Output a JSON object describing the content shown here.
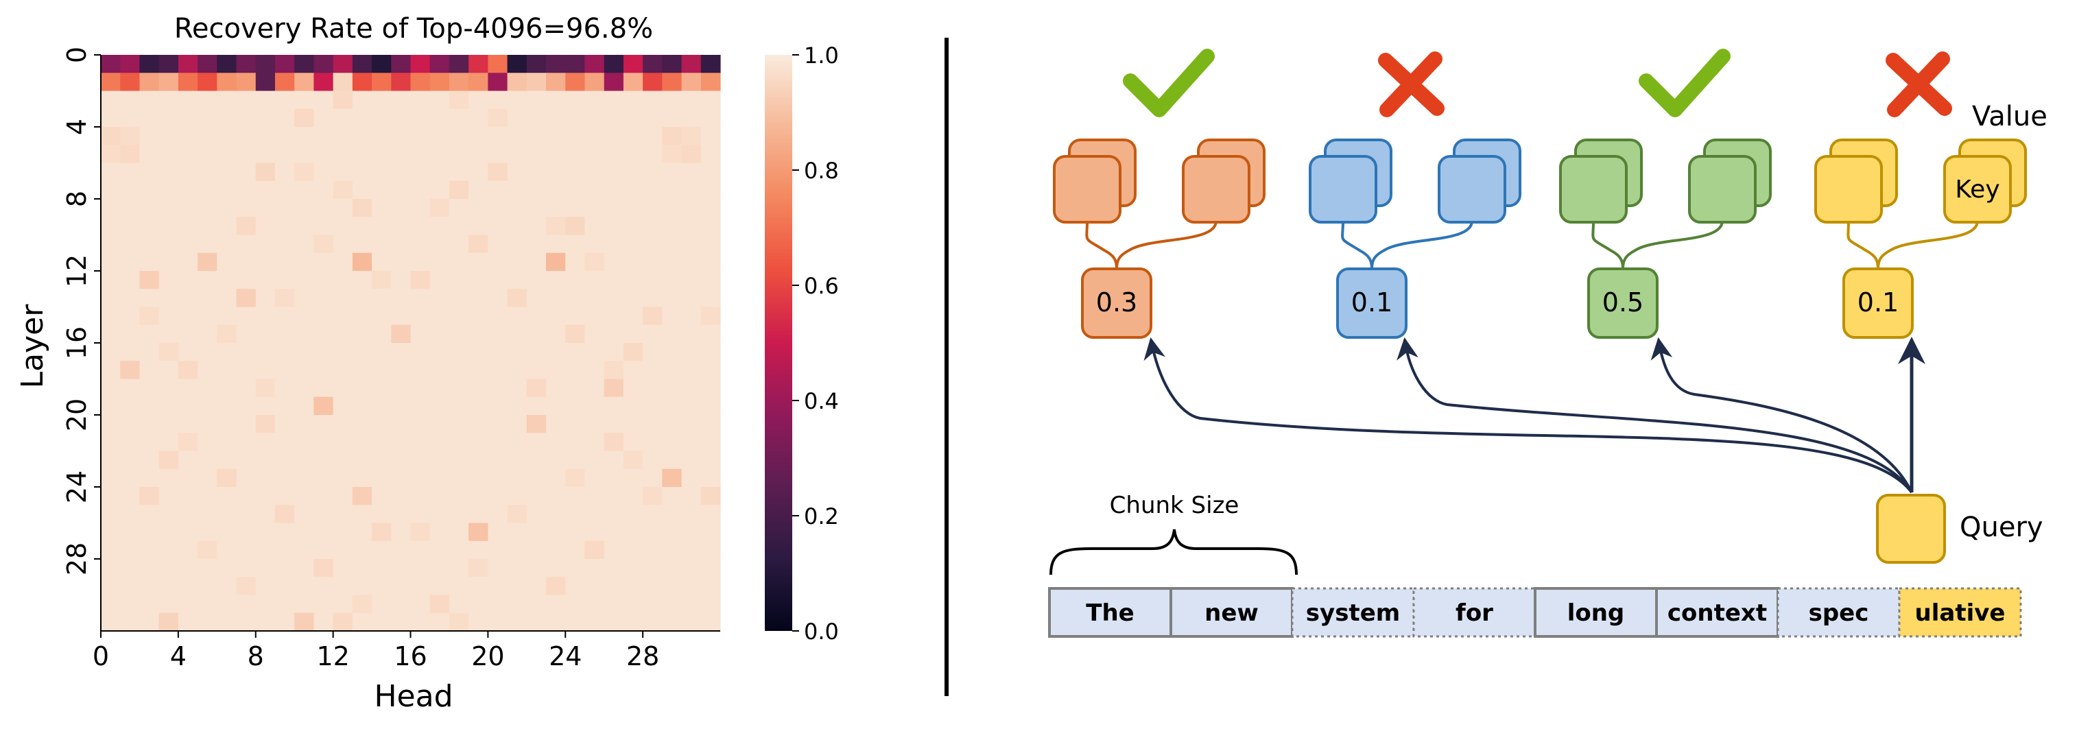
{
  "chart_data": {
    "type": "heatmap",
    "title": "Recovery Rate of Top-4096=96.8%",
    "xlabel": "Head",
    "ylabel": "Layer",
    "x_tick_labels": [
      "0",
      "4",
      "8",
      "12",
      "16",
      "20",
      "24",
      "28"
    ],
    "y_tick_labels": [
      "0",
      "4",
      "8",
      "12",
      "16",
      "20",
      "24",
      "28"
    ],
    "n_rows": 32,
    "n_cols": 32,
    "value_range": [
      0.0,
      1.0
    ],
    "colormap": "rocket",
    "colorbar_ticks": [
      "0.0",
      "0.2",
      "0.4",
      "0.6",
      "0.8",
      "1.0"
    ],
    "default_value": 0.98,
    "row0_values": [
      0.35,
      0.4,
      0.15,
      0.2,
      0.45,
      0.3,
      0.15,
      0.3,
      0.25,
      0.35,
      0.2,
      0.3,
      0.45,
      0.2,
      0.1,
      0.3,
      0.5,
      0.35,
      0.25,
      0.55,
      0.7,
      0.1,
      0.2,
      0.25,
      0.25,
      0.4,
      0.15,
      0.5,
      0.25,
      0.2,
      0.45,
      0.15
    ],
    "row1_values": [
      0.72,
      0.65,
      0.82,
      0.85,
      0.7,
      0.62,
      0.78,
      0.8,
      0.25,
      0.7,
      0.85,
      0.5,
      0.95,
      0.62,
      0.7,
      0.58,
      0.72,
      0.75,
      0.8,
      0.78,
      0.4,
      0.9,
      0.92,
      0.85,
      0.72,
      0.82,
      0.4,
      0.85,
      0.6,
      0.7,
      0.85,
      0.78
    ],
    "highlight_cells": [
      {
        "layer": 11,
        "head": 5,
        "value": 0.92
      },
      {
        "layer": 11,
        "head": 13,
        "value": 0.88
      },
      {
        "layer": 11,
        "head": 23,
        "value": 0.88
      },
      {
        "layer": 19,
        "head": 11,
        "value": 0.9
      },
      {
        "layer": 23,
        "head": 29,
        "value": 0.9
      },
      {
        "layer": 26,
        "head": 19,
        "value": 0.9
      },
      {
        "layer": 12,
        "head": 2,
        "value": 0.93
      },
      {
        "layer": 13,
        "head": 7,
        "value": 0.93
      },
      {
        "layer": 15,
        "head": 15,
        "value": 0.93
      },
      {
        "layer": 17,
        "head": 1,
        "value": 0.93
      },
      {
        "layer": 18,
        "head": 26,
        "value": 0.93
      },
      {
        "layer": 20,
        "head": 22,
        "value": 0.93
      },
      {
        "layer": 24,
        "head": 13,
        "value": 0.93
      },
      {
        "layer": 31,
        "head": 10,
        "value": 0.93
      },
      {
        "layer": 31,
        "head": 3,
        "value": 0.94
      },
      {
        "layer": 9,
        "head": 24,
        "value": 0.95
      },
      {
        "layer": 6,
        "head": 8,
        "value": 0.95
      }
    ]
  },
  "diagram": {
    "verdicts": [
      "check",
      "cross",
      "check",
      "cross"
    ],
    "scores": [
      "0.3",
      "0.1",
      "0.5",
      "0.1"
    ],
    "labels": {
      "value": "Value",
      "key": "Key",
      "query": "Query",
      "chunk_size": "Chunk Size"
    },
    "tokens": [
      "The",
      "new",
      "system",
      "for",
      "long",
      "context",
      "spec",
      "ulative"
    ],
    "colors": {
      "orange": "#f3b189",
      "orange_edge": "#c55a11",
      "blue": "#a1c4e8",
      "blue_edge": "#2e75b6",
      "green": "#a9d18e",
      "green_edge": "#548235",
      "yellow": "#ffd966",
      "yellow_edge": "#bf9000",
      "check": "#7cb518",
      "cross": "#e2401c",
      "token_fill": "#dae3f3",
      "token_highlight": "#ffd966"
    }
  }
}
